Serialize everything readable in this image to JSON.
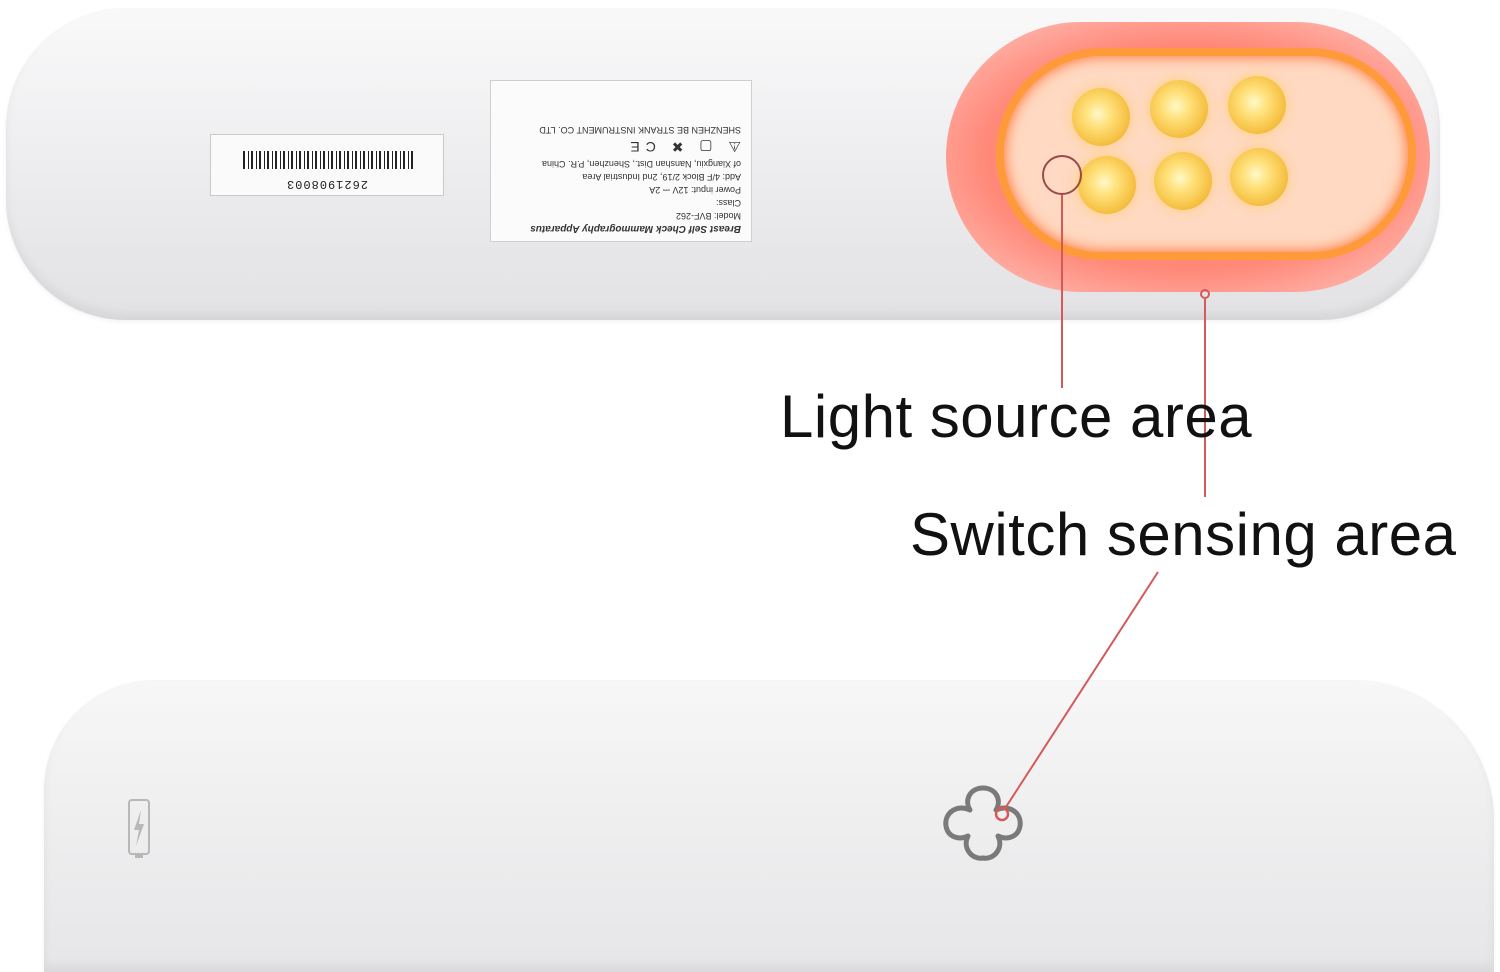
{
  "labels": {
    "light_source": "Light source area",
    "switch_sensing": "Switch sensing area"
  },
  "top_device": {
    "barcode_number": "2621908003",
    "spec_label": {
      "title": "Breast Self Check Mammography Apparatus",
      "lines": [
        "Model: BVF-262",
        "Class: ",
        "Power input: 12V ⎓ 2A",
        "Add: 4/F Block 2/19, 2nd Industrial Area",
        "of Xiangxiu, Nanshan Dist., Shenzhen, P.R. China"
      ],
      "manufacturer": "SHENZHEN BE STRANK INSTRUMENT CO. LTD"
    }
  },
  "icons": {
    "battery": "battery-charging-icon",
    "switch": "flower-switch-icon"
  },
  "colors": {
    "pointer": "#d45a5a",
    "glow": "#ff6a5a",
    "led": "#f6c244"
  }
}
